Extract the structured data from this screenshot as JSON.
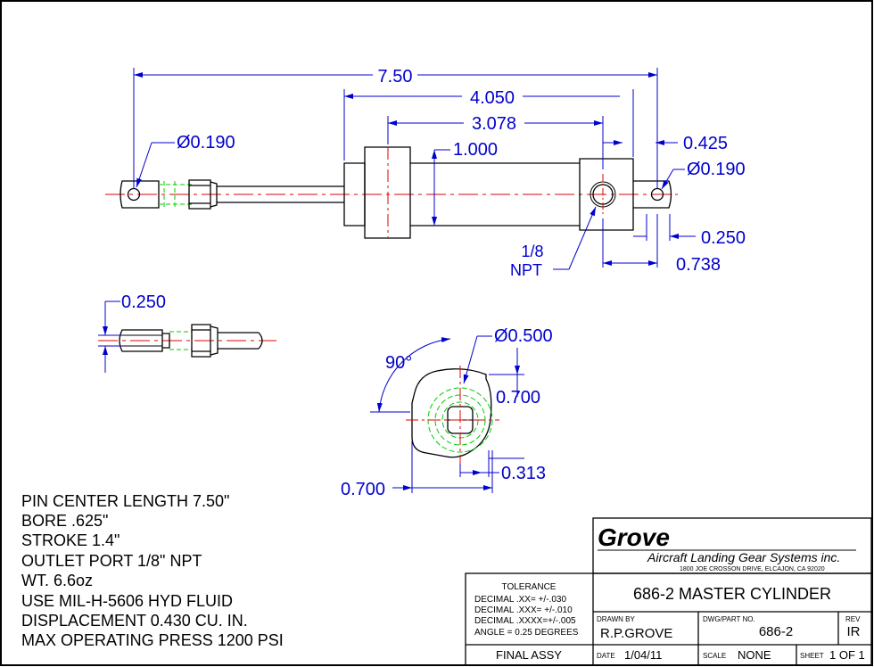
{
  "dimensions": {
    "overall_length": "7.50",
    "body_length": "4.050",
    "stroke_length": "3.078",
    "rod_pin_dia": "Ø0.190",
    "body_dia": "1.000",
    "end_offset": "0.425",
    "end_pin_dia": "Ø0.190",
    "end_width": "0.250",
    "end_length": "0.738",
    "port_label_line1": "1/8",
    "port_label_line2": "NPT",
    "clevis_width": "0.250",
    "angle": "90°",
    "bore_dia": "Ø0.500",
    "end_height": "0.700",
    "end_radius": "0.313",
    "end_width_bottom": "0.700"
  },
  "notes": [
    "PIN CENTER LENGTH 7.50\"",
    "BORE .625\"",
    "STROKE 1.4\"",
    "OUTLET PORT 1/8\" NPT",
    "WT. 6.6oz",
    "USE MIL-H-5606 HYD FLUID",
    "DISPLACEMENT 0.430 CU. IN.",
    "MAX OPERATING PRESS 1200 PSI"
  ],
  "title_block": {
    "company_logo": "Grove",
    "company_name": "Aircraft Landing Gear Systems inc.",
    "address": "1800 JOE CROSSON DRIVE, ELCAJON, CA 92020",
    "drawing_title": "686-2 MASTER CYLINDER",
    "tolerance_title": "TOLERANCE",
    "tolerance_lines": [
      "DECIMAL .XX=  +/-.030",
      "DECIMAL .XXX= +/-.010",
      "DECIMAL .XXXX=+/-.005",
      "ANGLE = 0.25 DEGREES"
    ],
    "drawn_by_label": "DRAWN BY",
    "drawn_by": "R.P.GROVE",
    "dwg_label": "DWG/PART NO.",
    "dwg_no": "686-2",
    "rev_label": "REV",
    "rev": "IR",
    "final_assy": "FINAL ASSY",
    "date_label": "DATE",
    "date": "1/04/11",
    "scale_label": "SCALE",
    "scale": "NONE",
    "sheet_label": "SHEET",
    "sheet": "1 OF 1"
  },
  "colors": {
    "object": "#000000",
    "dimension": "#0000cc",
    "centerline": "#e00000",
    "hidden": "#00cc00"
  }
}
